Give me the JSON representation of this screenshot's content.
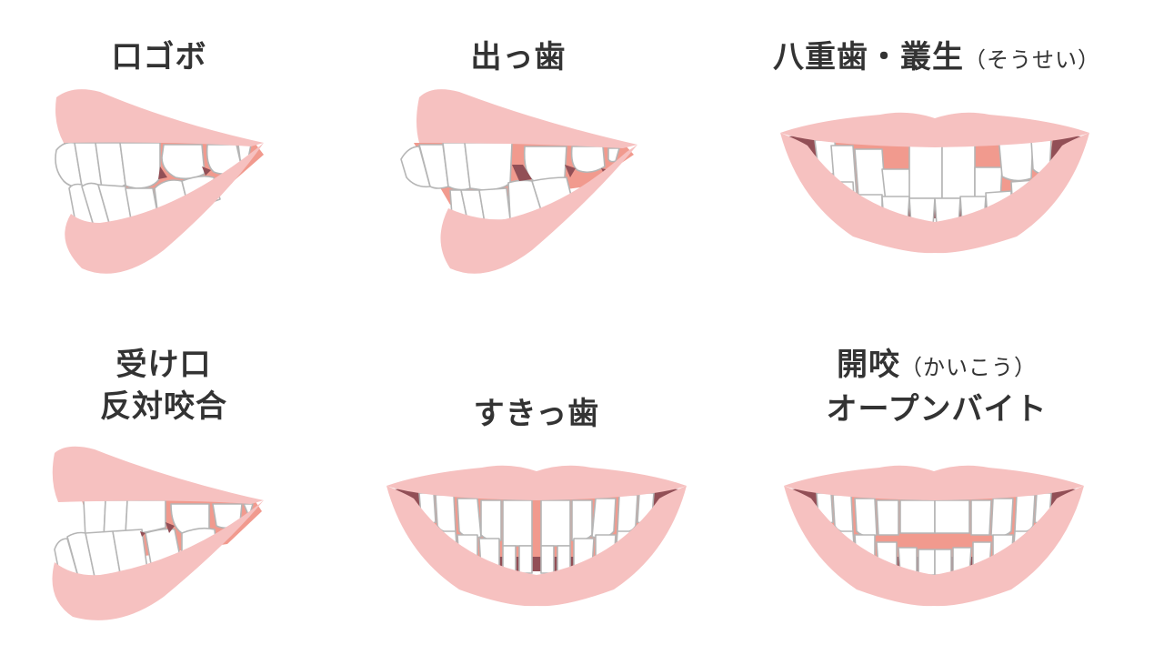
{
  "panels": [
    {
      "id": "kogobo",
      "title": "口ゴボ",
      "reading": "",
      "view": "side"
    },
    {
      "id": "deppa",
      "title": "出っ歯",
      "reading": "",
      "view": "side"
    },
    {
      "id": "yaeba-sousei",
      "title": "八重歯・叢生",
      "reading": "（そうせい）",
      "view": "front"
    },
    {
      "id": "ukeguchi",
      "title": "受け口",
      "subtitle": "反対咬合",
      "view": "side"
    },
    {
      "id": "sukippa",
      "title": "すきっ歯",
      "reading": "",
      "view": "front"
    },
    {
      "id": "kaikou",
      "title": "開咬",
      "reading": "（かいこう）",
      "subtitle": "オープンバイト",
      "view": "front"
    }
  ],
  "colors": {
    "lip": "#f6c1c0",
    "gum": "#f19a8e",
    "mouth_cavity": "#924f56",
    "tooth": "#ffffff",
    "tooth_outline": "#b5b5b5",
    "text": "#333333"
  }
}
